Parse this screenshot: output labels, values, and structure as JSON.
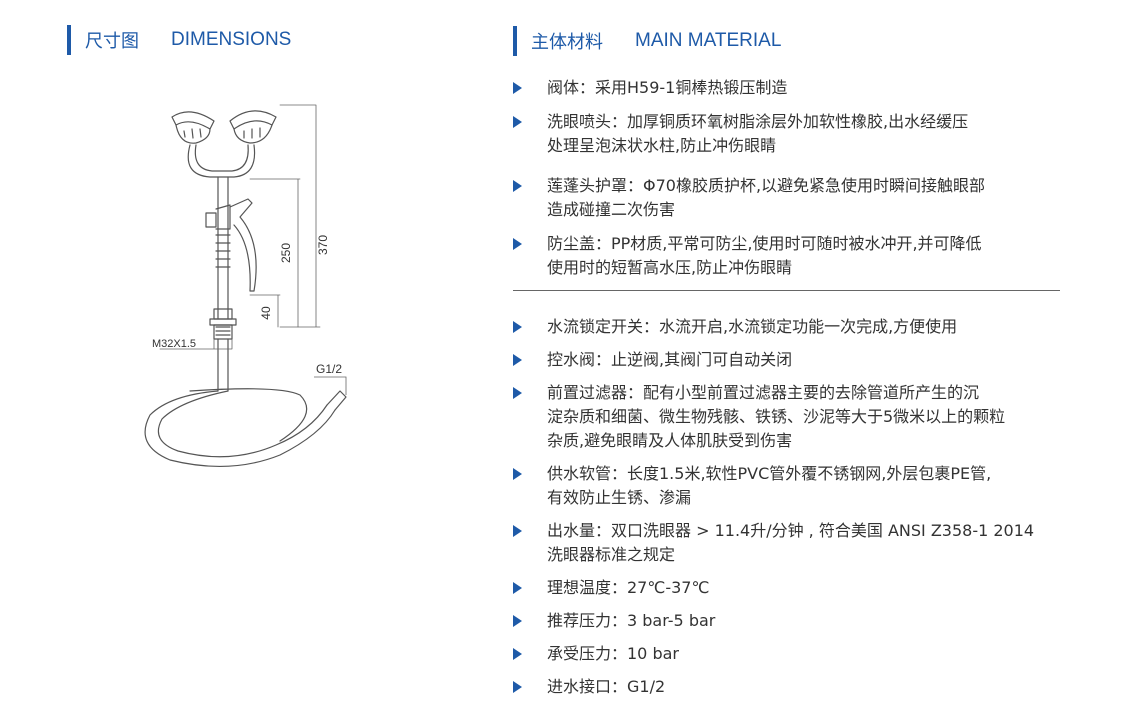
{
  "dimensions_section": {
    "title_cn": "尺寸图",
    "title_en": "DIMENSIONS"
  },
  "material_section": {
    "title_cn": "主体材料",
    "title_en": "MAIN MATERIAL"
  },
  "drawing_labels": {
    "h250": "250",
    "h370": "370",
    "h40": "40",
    "thread": "M32X1.5",
    "inlet": "G1/2"
  },
  "specs_group1": [
    {
      "text": "阀体：采用H59-1铜棒热锻压制造"
    },
    {
      "text": "洗眼喷头：加厚铜质环氧树脂涂层外加软性橡胶,出水经缓压\n处理呈泡沫状水柱,防止冲伤眼睛"
    },
    {
      "text": "莲蓬头护罩：Φ70橡胶质护杯,以避免紧急使用时瞬间接触眼部\n造成碰撞二次伤害"
    },
    {
      "text": "防尘盖：PP材质,平常可防尘,使用时可随时被水冲开,并可降低\n使用时的短暂高水压,防止冲伤眼睛"
    }
  ],
  "specs_group2": [
    {
      "text": "水流锁定开关：水流开启,水流锁定功能一次完成,方便使用"
    },
    {
      "text": "控水阀：止逆阀,其阀门可自动关闭"
    },
    {
      "text": "前置过滤器：配有小型前置过滤器主要的去除管道所产生的沉\n淀杂质和细菌、微生物残骸、铁锈、沙泥等大于5微米以上的颗粒\n杂质,避免眼睛及人体肌肤受到伤害"
    },
    {
      "text": "供水软管：长度1.5米,软性PVC管外覆不锈钢网,外层包裹PE管,\n有效防止生锈、渗漏"
    },
    {
      "text": "出水量：双口洗眼器 > 11.4升/分钟 , 符合美国 ANSI Z358-1 2014\n洗眼器标准之规定"
    },
    {
      "text": "理想温度：27℃-37℃"
    },
    {
      "text": "推荐压力：3 bar-5 bar"
    },
    {
      "text": "承受压力：10 bar"
    },
    {
      "text": "进水接口：G1/2"
    }
  ],
  "colors": {
    "accent": "#1e5aa8",
    "text": "#333333",
    "line": "#666666"
  }
}
